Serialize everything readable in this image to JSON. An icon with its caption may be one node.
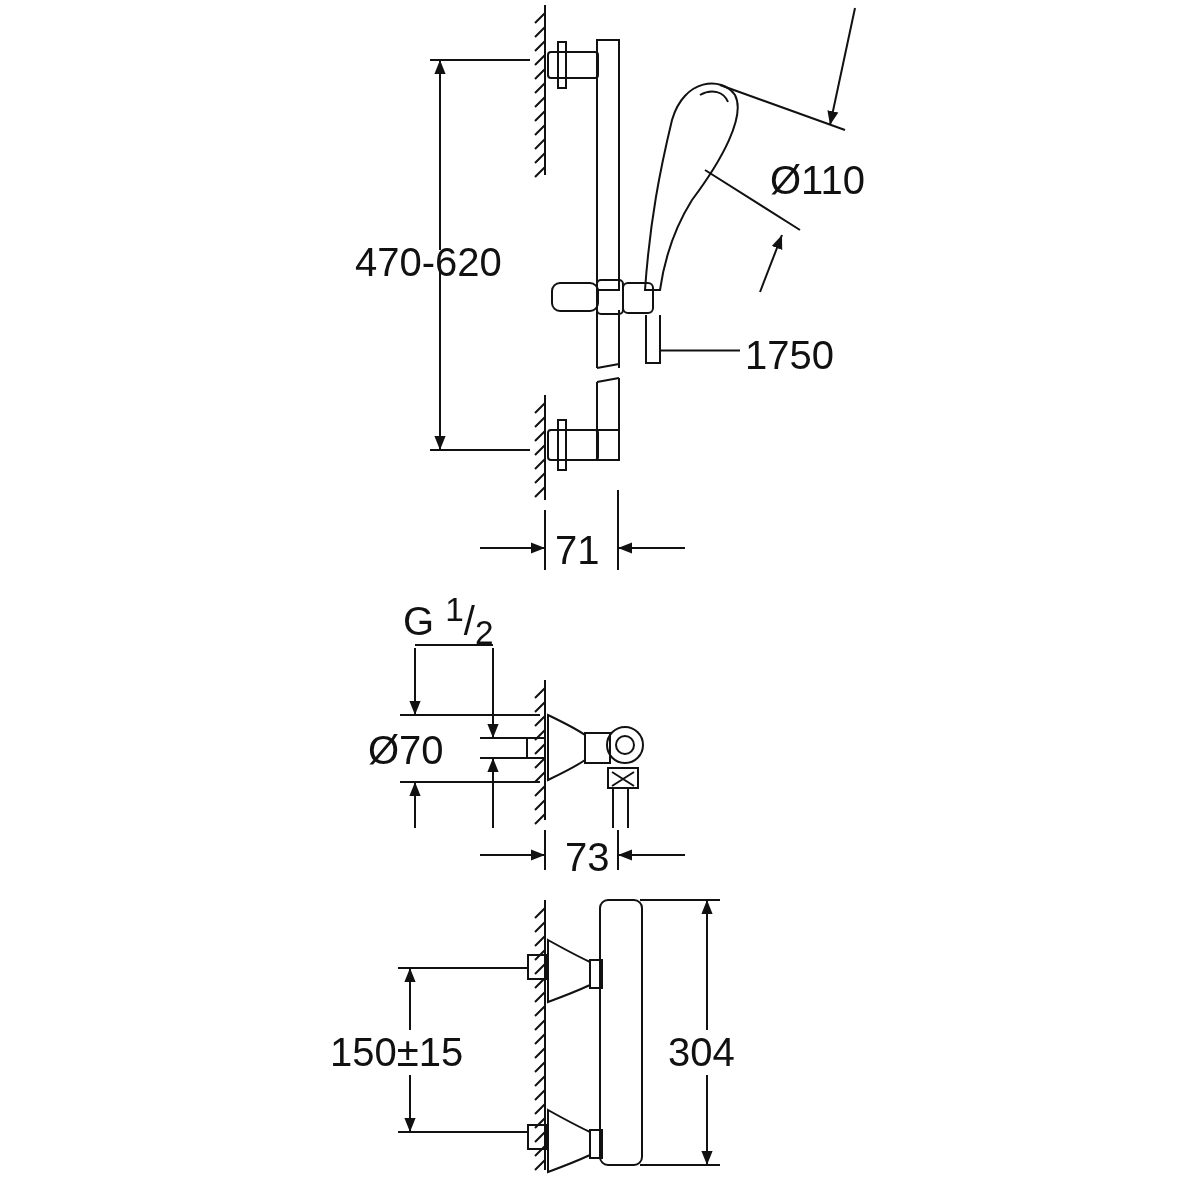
{
  "diagram": {
    "nodes": [
      {
        "text": [
          "1750"
        ]
      },
      {
        "text": [],
        "shape": "picture"
      }
    ],
    "edges": [
      {
        "from": 0,
        "to": 1,
        "arrow": "none"
      }
    ],
    "labels": [
      "470-620",
      "Ø110",
      "71",
      "G $^{1}$/$_{2}$",
      "Ø70",
      "73",
      "150±15",
      "304"
    ]
  }
}
